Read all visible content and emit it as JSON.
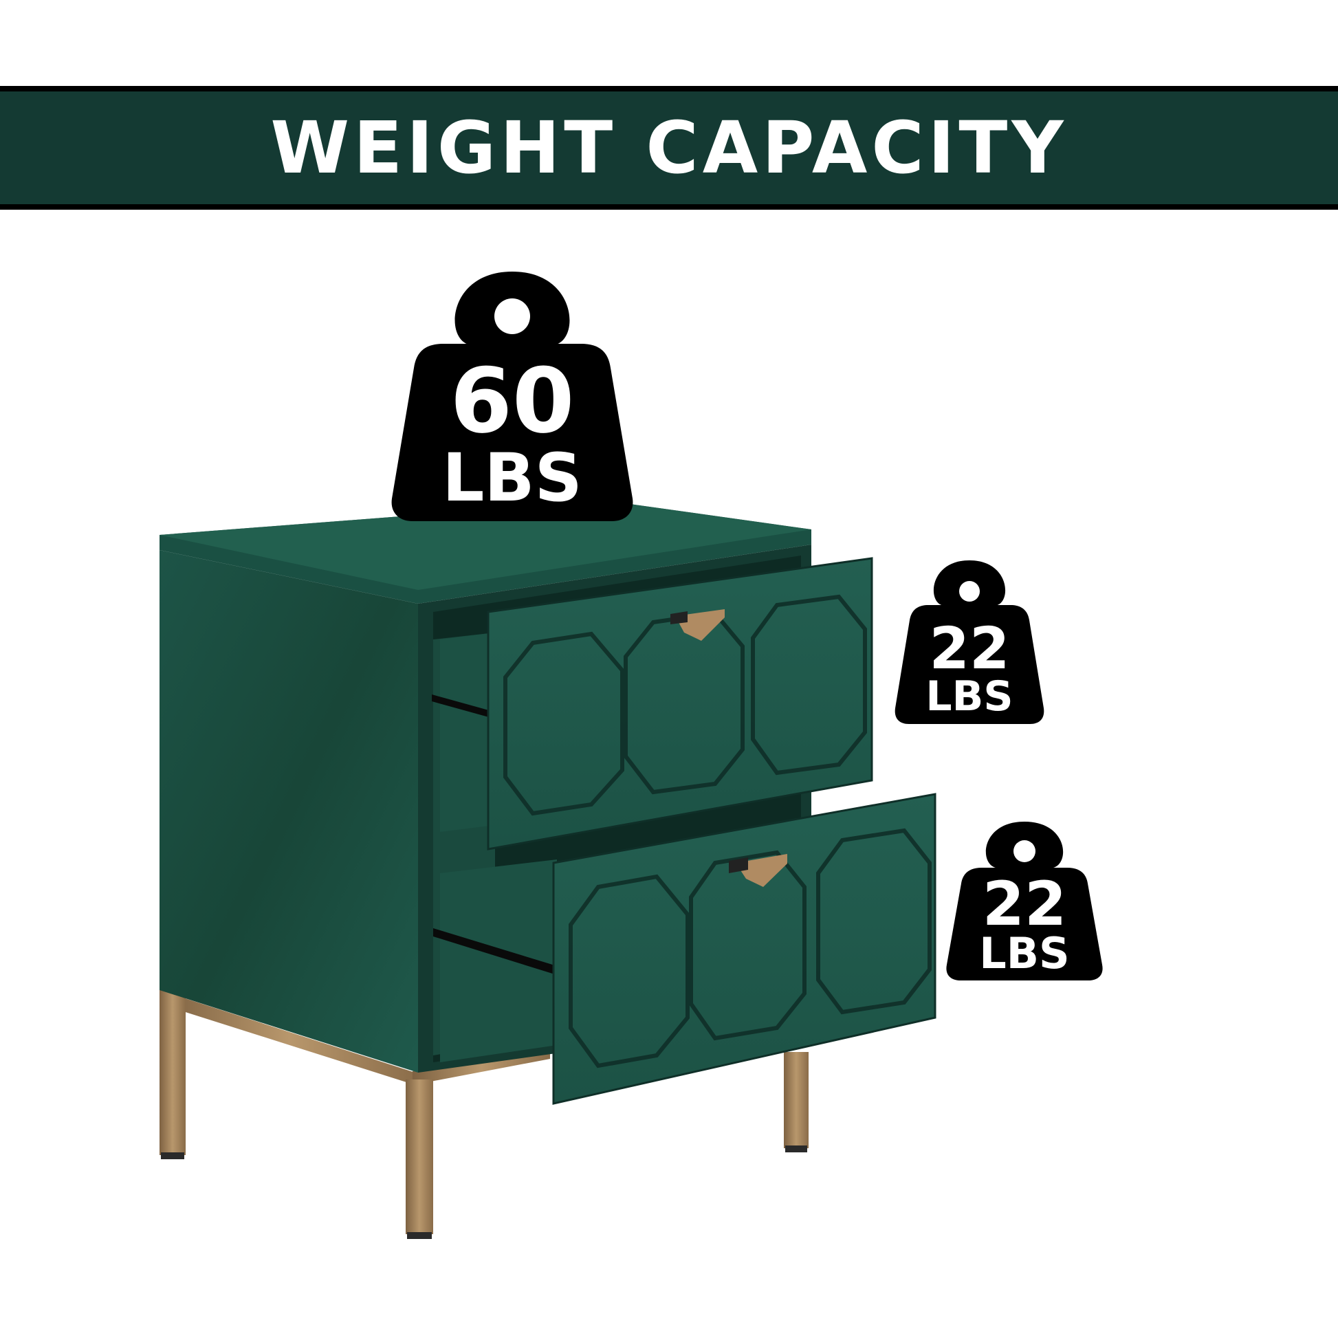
{
  "banner": {
    "title": "WEIGHT CAPACITY"
  },
  "weights": {
    "top": {
      "value": "60",
      "unit": "LBS"
    },
    "drawer_upper": {
      "value": "22",
      "unit": "LBS"
    },
    "drawer_lower": {
      "value": "22",
      "unit": "LBS"
    }
  },
  "colors": {
    "banner": "#143a33",
    "cabinet": "#1f5a4c",
    "cabinet_dark": "#183f36",
    "legs": "#a9875e",
    "weight_icon": "#000000"
  },
  "icons": {
    "weight": "kettlebell-weight-icon"
  }
}
